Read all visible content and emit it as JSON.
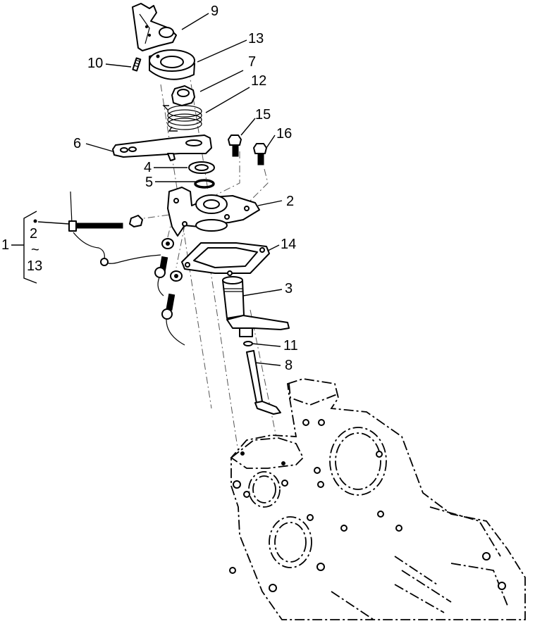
{
  "diagram": {
    "type": "exploded-parts-view",
    "subject": "gearshift lever assembly on crankcase",
    "callouts": [
      {
        "id": "9",
        "label": "9",
        "part": "gear selector pawl plate"
      },
      {
        "id": "13",
        "label": "13",
        "part": "cam / bush"
      },
      {
        "id": "10",
        "label": "10",
        "part": "pin"
      },
      {
        "id": "7",
        "label": "7",
        "part": "nut"
      },
      {
        "id": "12",
        "label": "12",
        "part": "spring"
      },
      {
        "id": "15",
        "label": "15",
        "part": "screw"
      },
      {
        "id": "16",
        "label": "16",
        "part": "screw"
      },
      {
        "id": "6",
        "label": "6",
        "part": "lever"
      },
      {
        "id": "4",
        "label": "4",
        "part": "washer"
      },
      {
        "id": "5",
        "label": "5",
        "part": "o-ring"
      },
      {
        "id": "2",
        "label": "2",
        "part": "cover"
      },
      {
        "id": "14",
        "label": "14",
        "part": "gasket"
      },
      {
        "id": "3",
        "label": "3",
        "part": "shaft"
      },
      {
        "id": "11",
        "label": "11",
        "part": "o-ring"
      },
      {
        "id": "8",
        "label": "8",
        "part": "selector shaft"
      }
    ],
    "group_bracket": {
      "label": "1",
      "range_start": "2",
      "range_symbol": "~",
      "range_end": "13"
    }
  }
}
